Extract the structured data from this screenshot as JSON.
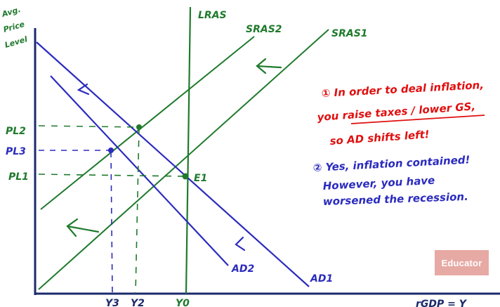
{
  "axes": {
    "y_label": [
      "Avg.",
      "Price",
      "Level"
    ],
    "x_label": "rGDP = Y",
    "y_ticks": [
      "PL2",
      "PL3",
      "PL1"
    ],
    "x_ticks": [
      "Y3",
      "Y2",
      "Y0"
    ]
  },
  "curves": {
    "lras": "LRAS",
    "sras2": "SRAS2",
    "sras1": "SRAS1",
    "ad1": "AD1",
    "ad2": "AD2",
    "e1": "E1"
  },
  "notes": {
    "n1_line1": "① In order to deal inflation,",
    "n1_line2": "you raise taxes / lower GS,",
    "n1_line3": "so AD shifts left!",
    "n2_line1": "② Yes, inflation contained!",
    "n2_line2": "However, you have",
    "n2_line3": "worsened the recession."
  },
  "logo": "Educator",
  "colors": {
    "green": "#1f7a2c",
    "blue": "#2b2bbf",
    "red": "#e01010",
    "axis": "#1b2a6b"
  }
}
